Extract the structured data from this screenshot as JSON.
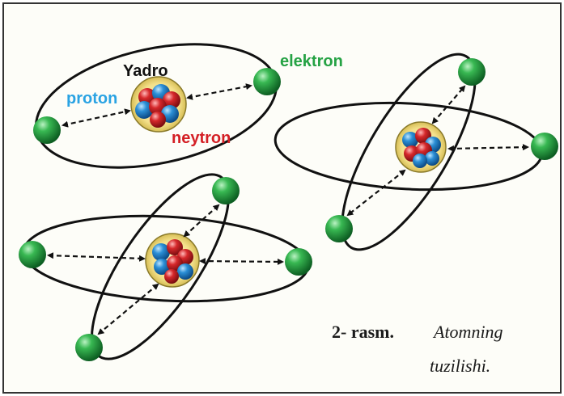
{
  "labels": {
    "nucleus": "Yadro",
    "proton": "proton",
    "neutron": "neytron",
    "electron": "elektron"
  },
  "caption": {
    "number": "2- rasm.",
    "text_line1": "Atomning",
    "text_line2": "tuzilishi."
  },
  "colors": {
    "page_bg": "#ffffff",
    "panel_bg": "#fdfdf8",
    "frame": "#333333",
    "orbit": "#111111",
    "proton": "#2b8fd6",
    "neutron": "#d6282b",
    "electron": "#1f9a3a",
    "nucleus_halo": "#f3e08a",
    "label_proton": "#2aa3e3",
    "label_neutron": "#d41f25",
    "label_electron": "#25a244",
    "label_nucleus": "#111111"
  },
  "icons": {
    "electron": "green-sphere",
    "proton": "blue-sphere",
    "neutron": "red-sphere"
  }
}
